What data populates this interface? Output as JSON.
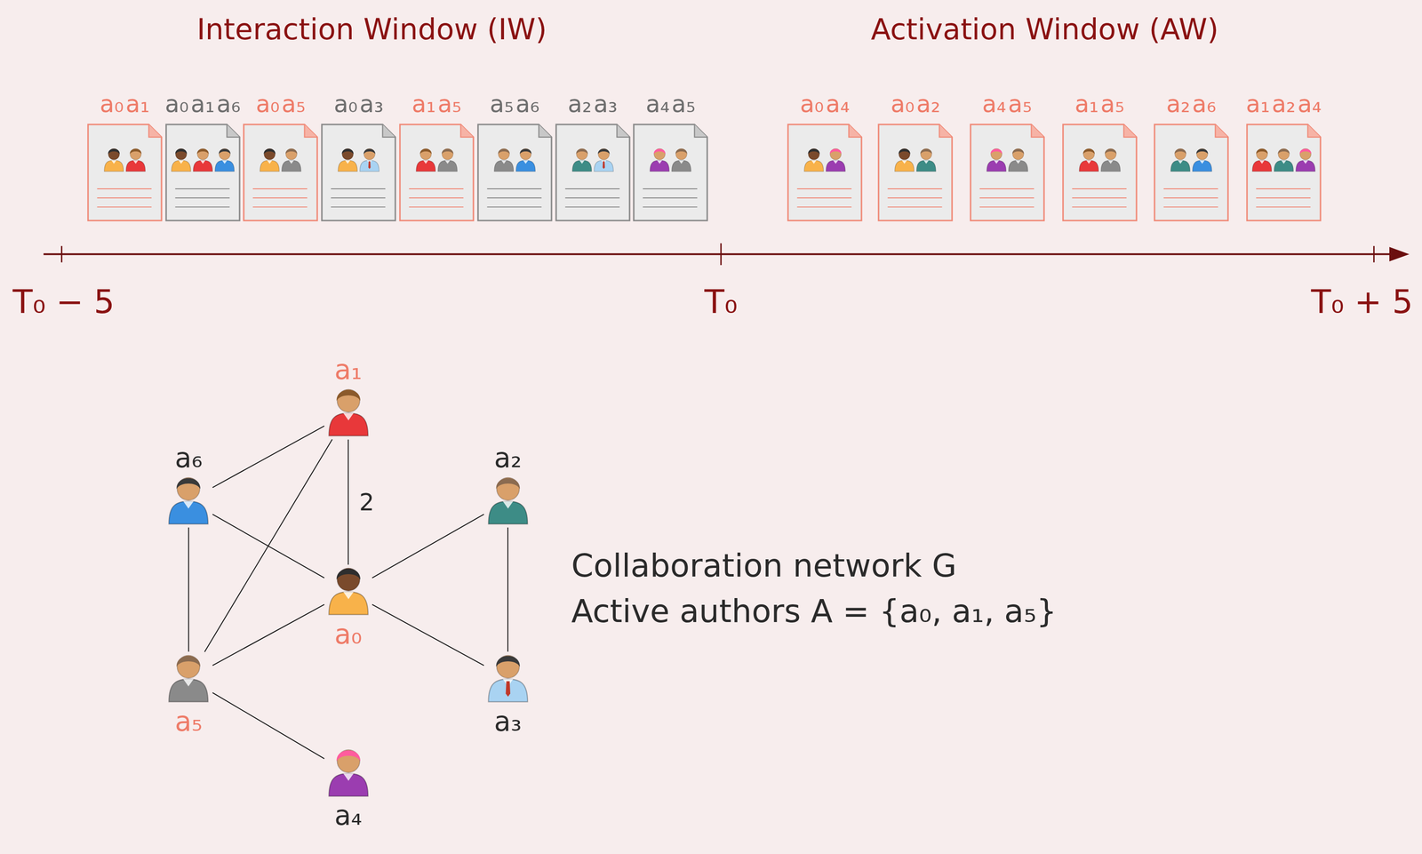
{
  "diagram": {
    "nodes": [
      {
        "text": [
          "a₀",
          "a₁"
        ]
      },
      {
        "text": [
          "a₀",
          "a₁",
          "a₆"
        ]
      },
      {
        "text": [
          "a₀",
          "a₅"
        ]
      },
      {
        "text": [
          "a₀",
          "a₃"
        ]
      },
      {
        "text": [
          "a₁",
          "a₅"
        ]
      },
      {
        "text": [
          "a₅",
          "a₆"
        ]
      },
      {
        "text": [
          "a₂",
          "a₃"
        ]
      },
      {
        "text": [
          "a₄",
          "a₅"
        ]
      },
      {
        "text": [
          "a₀",
          "a₄"
        ]
      },
      {
        "text": [
          "a₀",
          "a₂"
        ]
      },
      {
        "text": [
          "a₄",
          "a₅"
        ]
      },
      {
        "text": [
          "a₁",
          "a₅"
        ]
      },
      {
        "text": [
          "a₂",
          "a₆"
        ]
      },
      {
        "text": [
          "a₁",
          "a₂",
          "a₄"
        ]
      },
      {
        "text": [
          "a₁"
        ]
      },
      {
        "text": [
          "a₆"
        ]
      },
      {
        "text": [
          "a₂"
        ]
      },
      {
        "text": [
          "a₀"
        ]
      },
      {
        "text": [
          "a₅"
        ]
      },
      {
        "text": [
          "a₃"
        ]
      },
      {
        "text": [
          "a₄"
        ]
      }
    ],
    "edges": [
      {
        "from": 15,
        "to": 14,
        "arrow": "none"
      },
      {
        "from": 14,
        "to": 17,
        "label": "2",
        "arrow": "none"
      },
      {
        "from": 14,
        "to": 18,
        "arrow": "none"
      },
      {
        "from": 15,
        "to": 17,
        "arrow": "none"
      },
      {
        "from": 15,
        "to": 18,
        "arrow": "none"
      },
      {
        "from": 16,
        "to": 17,
        "arrow": "none"
      },
      {
        "from": 16,
        "to": 19,
        "arrow": "none"
      },
      {
        "from": 17,
        "to": 19,
        "arrow": "none"
      },
      {
        "from": 17,
        "to": 18,
        "arrow": "none"
      },
      {
        "from": 18,
        "to": 20,
        "arrow": "none"
      }
    ],
    "labels": [
      "Interaction Window (IW)",
      "Activation Window (AW)",
      "T₀ − 5",
      "T₀",
      "T₀ + 5",
      "Collaboration network G",
      "Active authors A = {a₀, a₁, a₅}"
    ]
  }
}
